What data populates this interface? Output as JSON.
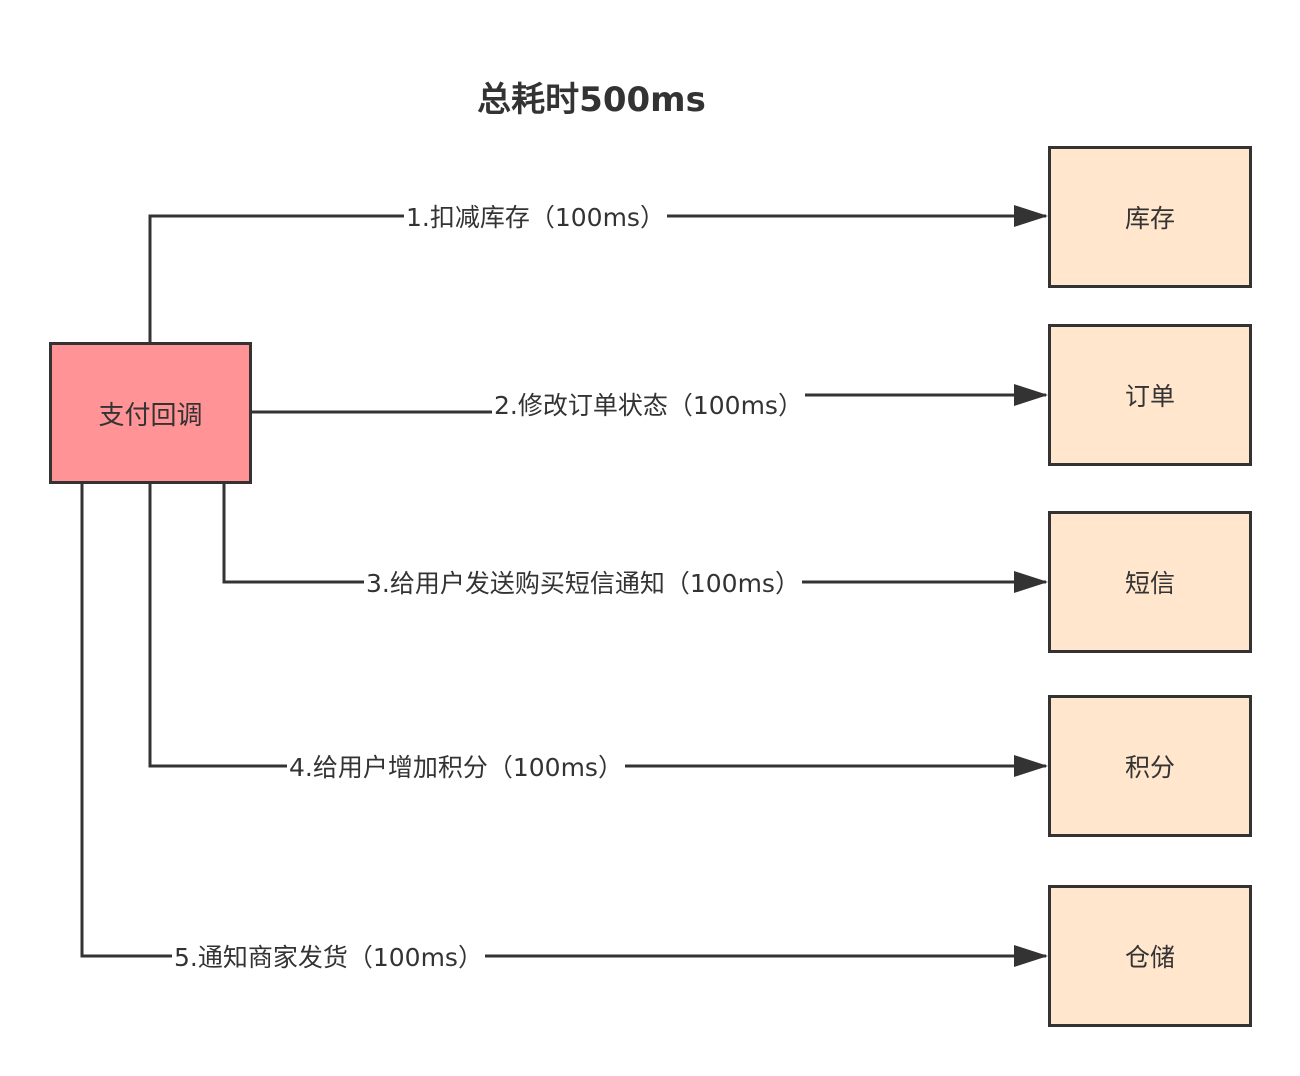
{
  "title": "总耗时500ms",
  "source": {
    "label": "支付回调"
  },
  "targets": [
    {
      "label": "库存"
    },
    {
      "label": "订单"
    },
    {
      "label": "短信"
    },
    {
      "label": "积分"
    },
    {
      "label": "仓储"
    }
  ],
  "edges": [
    {
      "label": "1.扣减库存（100ms）"
    },
    {
      "label": "2.修改订单状态（100ms）"
    },
    {
      "label": "3.给用户发送购买短信通知（100ms）"
    },
    {
      "label": "4.给用户增加积分（100ms）"
    },
    {
      "label": "5.通知商家发货（100ms）"
    }
  ],
  "colors": {
    "source_fill": "#ff9396",
    "target_fill": "#ffe6cc",
    "stroke": "#333333"
  }
}
